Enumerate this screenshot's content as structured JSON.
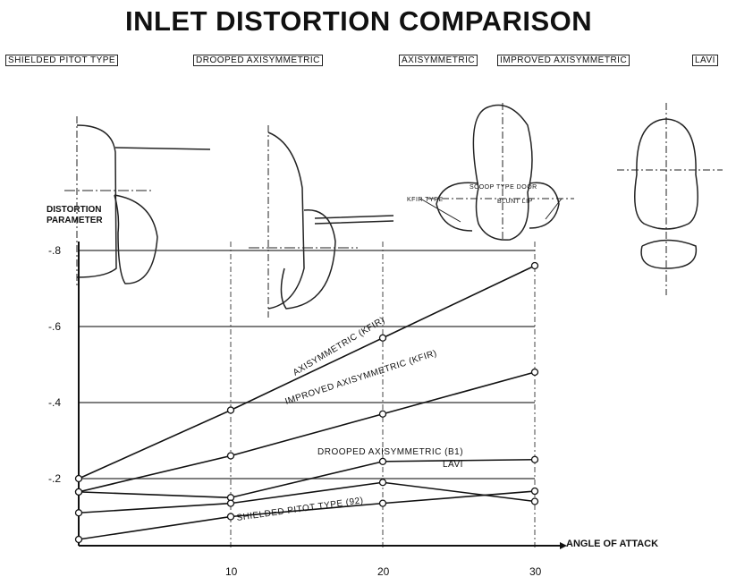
{
  "title": "INLET DISTORTION COMPARISON",
  "inlet_types": [
    "SHIELDED PITOT TYPE",
    "DROOPED AXISYMMETRIC",
    "AXISYMMETRIC",
    "IMPROVED AXISYMMETRIC",
    "LAVI"
  ],
  "annotations": {
    "kfir_type": "KFIR TYPE",
    "scoop_door": "SCOOP TYPE DOOR",
    "blunt_lip": "BLUNT LIP"
  },
  "chart_data": {
    "type": "line",
    "title": "INLET DISTORTION COMPARISON",
    "ylabel": "DISTORTION PARAMETER",
    "xlabel": "ANGLE OF ATTACK",
    "xlim": [
      0,
      30
    ],
    "ylim": [
      0,
      0.8
    ],
    "xticks": [
      {
        "v": 10,
        "label": "10"
      },
      {
        "v": 20,
        "label": "20"
      },
      {
        "v": 30,
        "label": "30"
      }
    ],
    "yticks": [
      {
        "v": 0.2,
        "label": "-.2"
      },
      {
        "v": 0.4,
        "label": "-.4"
      },
      {
        "v": 0.6,
        "label": "-.6"
      },
      {
        "v": 0.8,
        "label": "-.8"
      }
    ],
    "grid": true,
    "series": [
      {
        "name": "AXISYMMETRIC (KFIR)",
        "x": [
          0,
          10,
          20,
          30
        ],
        "values": [
          0.2,
          0.38,
          0.57,
          0.76
        ]
      },
      {
        "name": "IMPROVED AXISYMMETRIC (KFIR)",
        "x": [
          0,
          10,
          20,
          30
        ],
        "values": [
          0.165,
          0.26,
          0.37,
          0.48
        ]
      },
      {
        "name": "DROOPED AXISYMMETRIC (B1)",
        "x": [
          0,
          10,
          20,
          30
        ],
        "values": [
          0.165,
          0.15,
          0.245,
          0.25
        ]
      },
      {
        "name": "LAVI",
        "x": [
          0,
          10,
          20,
          30
        ],
        "values": [
          0.11,
          0.135,
          0.19,
          0.14
        ]
      },
      {
        "name": "SHIELDED PITOT TYPE (92)",
        "x": [
          0,
          10,
          20,
          30
        ],
        "values": [
          0.04,
          0.1,
          0.135,
          0.167
        ]
      }
    ]
  }
}
